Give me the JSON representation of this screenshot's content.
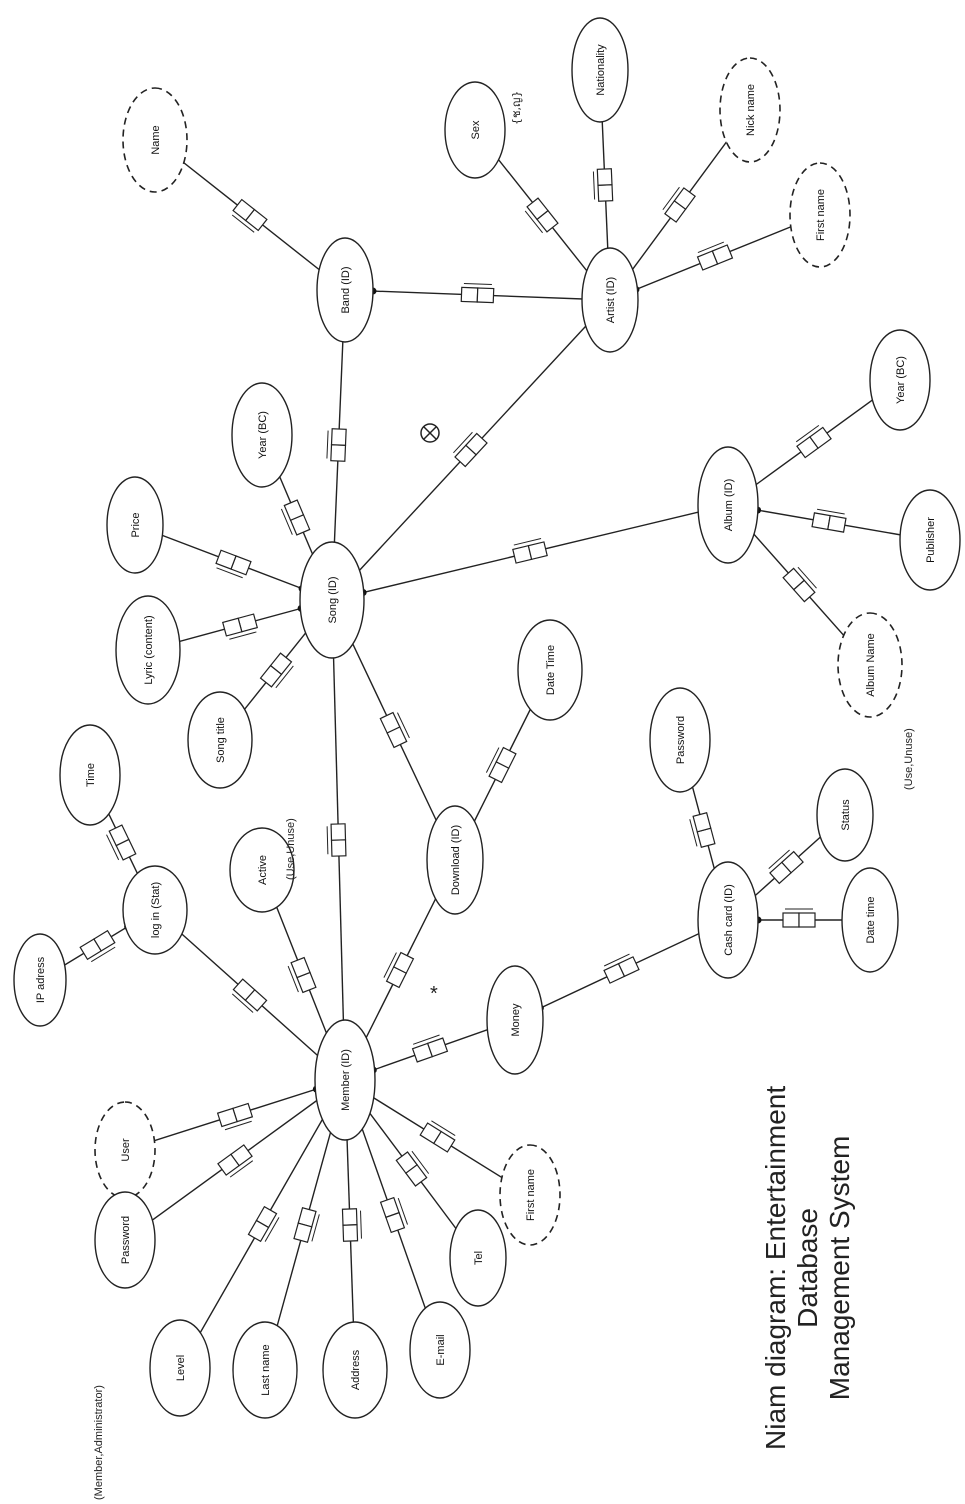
{
  "entities": [
    {
      "id": "member",
      "label": "Member (ID)"
    },
    {
      "id": "song",
      "label": "Song (ID)"
    },
    {
      "id": "band",
      "label": "Band (ID)"
    },
    {
      "id": "artist",
      "label": "Artist (ID)"
    },
    {
      "id": "album",
      "label": "Album (ID)"
    },
    {
      "id": "download",
      "label": "Download (ID)"
    },
    {
      "id": "cashcard",
      "label": "Cash card (ID)"
    },
    {
      "id": "login",
      "label": "log in (Stat)"
    },
    {
      "id": "ipaddr",
      "label": "IP adress"
    },
    {
      "id": "time",
      "label": "Time"
    },
    {
      "id": "active",
      "label": "Active"
    },
    {
      "id": "user",
      "label": "User",
      "dashed": true
    },
    {
      "id": "password_m",
      "label": "Password"
    },
    {
      "id": "level",
      "label": "Level"
    },
    {
      "id": "lastname",
      "label": "Last name"
    },
    {
      "id": "address",
      "label": "Address"
    },
    {
      "id": "email",
      "label": "E-mail"
    },
    {
      "id": "tel",
      "label": "Tel"
    },
    {
      "id": "firstname_m",
      "label": "First name",
      "dashed": true
    },
    {
      "id": "money",
      "label": "Money"
    },
    {
      "id": "songtitle",
      "label": "Song title"
    },
    {
      "id": "lyric",
      "label": "Lyric (content)"
    },
    {
      "id": "price",
      "label": "Price"
    },
    {
      "id": "year_song",
      "label": "Year (BC)"
    },
    {
      "id": "datetime_dl",
      "label": "Date Time"
    },
    {
      "id": "name_band",
      "label": "Name",
      "dashed": true
    },
    {
      "id": "sex",
      "label": "Sex"
    },
    {
      "id": "nationality",
      "label": "Nationality"
    },
    {
      "id": "nickname",
      "label": "Nick name",
      "dashed": true
    },
    {
      "id": "firstname_a",
      "label": "First name",
      "dashed": true
    },
    {
      "id": "year_album",
      "label": "Year (BC)"
    },
    {
      "id": "publisher",
      "label": "Publisher"
    },
    {
      "id": "albumname",
      "label": "Album Name",
      "dashed": true
    },
    {
      "id": "password_c",
      "label": "Password"
    },
    {
      "id": "status",
      "label": "Status"
    },
    {
      "id": "datetime_c",
      "label": "Date time"
    }
  ],
  "relations": [
    [
      "member",
      "user"
    ],
    [
      "member",
      "password_m"
    ],
    [
      "member",
      "level"
    ],
    [
      "member",
      "lastname"
    ],
    [
      "member",
      "address"
    ],
    [
      "member",
      "email"
    ],
    [
      "member",
      "tel"
    ],
    [
      "member",
      "firstname_m"
    ],
    [
      "member",
      "login"
    ],
    [
      "member",
      "active"
    ],
    [
      "member",
      "download"
    ],
    [
      "member",
      "money"
    ],
    [
      "member",
      "song"
    ],
    [
      "login",
      "ipaddr"
    ],
    [
      "login",
      "time"
    ],
    [
      "song",
      "songtitle"
    ],
    [
      "song",
      "lyric"
    ],
    [
      "song",
      "price"
    ],
    [
      "song",
      "year_song"
    ],
    [
      "song",
      "band"
    ],
    [
      "song",
      "artist"
    ],
    [
      "song",
      "album"
    ],
    [
      "song",
      "download"
    ],
    [
      "band",
      "name_band"
    ],
    [
      "band",
      "artist"
    ],
    [
      "artist",
      "sex"
    ],
    [
      "artist",
      "nationality"
    ],
    [
      "artist",
      "nickname"
    ],
    [
      "artist",
      "firstname_a"
    ],
    [
      "album",
      "year_album"
    ],
    [
      "album",
      "publisher"
    ],
    [
      "album",
      "albumname"
    ],
    [
      "download",
      "datetime_dl"
    ],
    [
      "money",
      "cashcard"
    ],
    [
      "cashcard",
      "password_c"
    ],
    [
      "cashcard",
      "status"
    ],
    [
      "cashcard",
      "datetime_c"
    ]
  ],
  "annotations": {
    "member_admin": "(Member,Administrator)",
    "use_unuse_1": "(Use,Unuse)",
    "use_unuse_2": "(Use,Unuse)",
    "sex_values": "{ช,ญ}"
  },
  "caption": {
    "line1": "Niam diagram: Entertainment",
    "line2": "Database",
    "line3": "Management System"
  }
}
